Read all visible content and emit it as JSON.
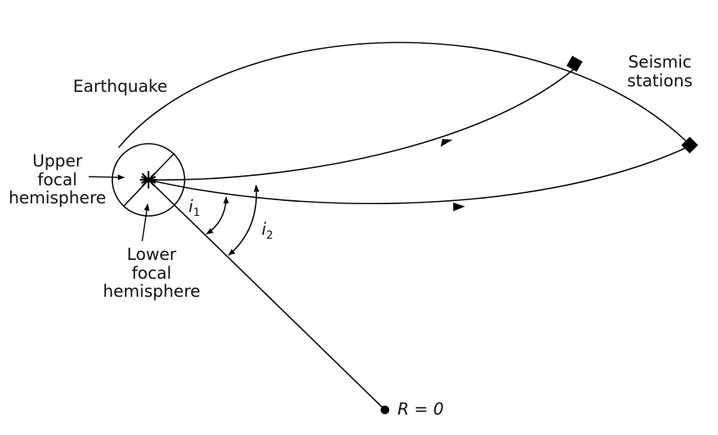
{
  "labels": {
    "earthquake": "Earthquake",
    "seismic_stations_line1": "Seismic",
    "seismic_stations_line2": "stations",
    "upper_line1": "Upper",
    "upper_line2": "focal",
    "upper_line3": "hemisphere",
    "lower_line1": "Lower",
    "lower_line2": "focal",
    "lower_line3": "hemisphere",
    "i1_letter": "i",
    "i1_sub": "1",
    "i2_letter": "i",
    "i2_sub": "2",
    "r_zero": "R = 0"
  },
  "colors": {
    "stroke": "#000000",
    "background": "#ffffff",
    "text": "#111111"
  },
  "icons": {
    "station": "filled-diamond-marker",
    "focus": "star-burst",
    "center": "filled-dot"
  }
}
